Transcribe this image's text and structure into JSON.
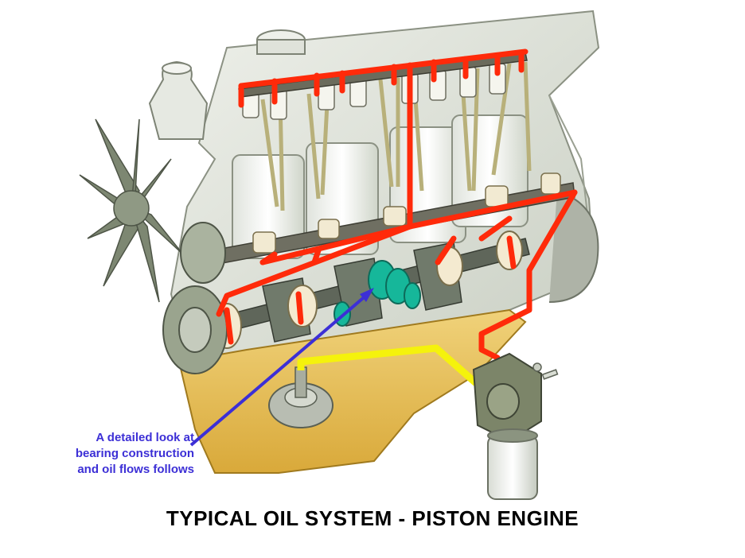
{
  "diagram": {
    "title": "TYPICAL OIL SYSTEM - PISTON ENGINE",
    "callout": {
      "lines": [
        "A detailed look at",
        "bearing construction",
        "and oil flows follows"
      ]
    },
    "colors": {
      "oil_path": "#ff2a0a",
      "pickup_path": "#f5f20c",
      "bearing_highlight": "#16b79a",
      "callout_text": "#3c2fd6",
      "oil_pan": "#e8c45a",
      "engine_block": "#d8ddd2",
      "fan": "#7d8772"
    }
  }
}
